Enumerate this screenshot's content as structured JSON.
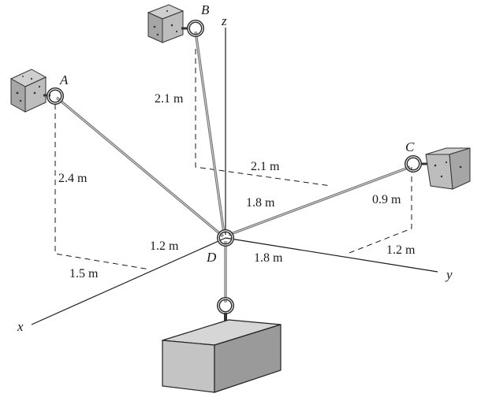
{
  "points": {
    "A": "A",
    "B": "B",
    "C": "C",
    "D": "D"
  },
  "axes": {
    "x": "x",
    "y": "y",
    "z": "z"
  },
  "dimensions": {
    "ab_vertical_B": "2.1 m",
    "a_vertical": "2.4 m",
    "b_horizontal": "2.1 m",
    "c_offset_y": "1.8 m",
    "c_vertical": "0.9 m",
    "d_to_x": "1.2 m",
    "d_to_y": "1.8 m",
    "c_y_offset": "1.2 m",
    "a_x_offset": "1.5 m"
  }
}
